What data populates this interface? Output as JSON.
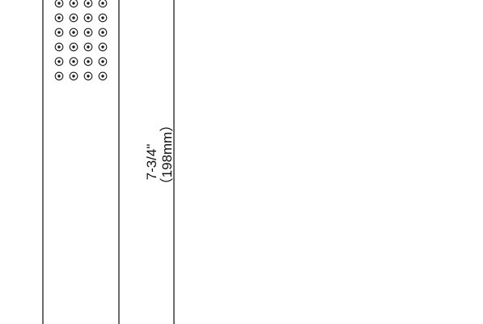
{
  "dimension": {
    "imperial": "7-3/4\"",
    "metric": "（198mm）"
  },
  "nozzle_grid": {
    "rows": 6,
    "columns": 4
  },
  "colors": {
    "line": "#1a1a1a",
    "background": "#ffffff"
  }
}
